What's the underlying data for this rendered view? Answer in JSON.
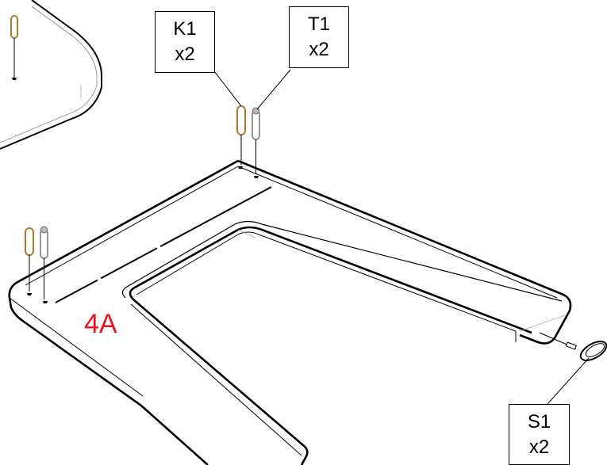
{
  "step_label": "4A",
  "callouts": {
    "k1": {
      "code": "K1",
      "qty": "x2"
    },
    "t1": {
      "code": "T1",
      "qty": "x2"
    },
    "s1": {
      "code": "S1",
      "qty": "x2"
    }
  },
  "colors": {
    "step_label": "#e8141b",
    "brass_dowel": "#a87b2e",
    "steel_pin": "#8c8c8c",
    "line": "#000000"
  }
}
